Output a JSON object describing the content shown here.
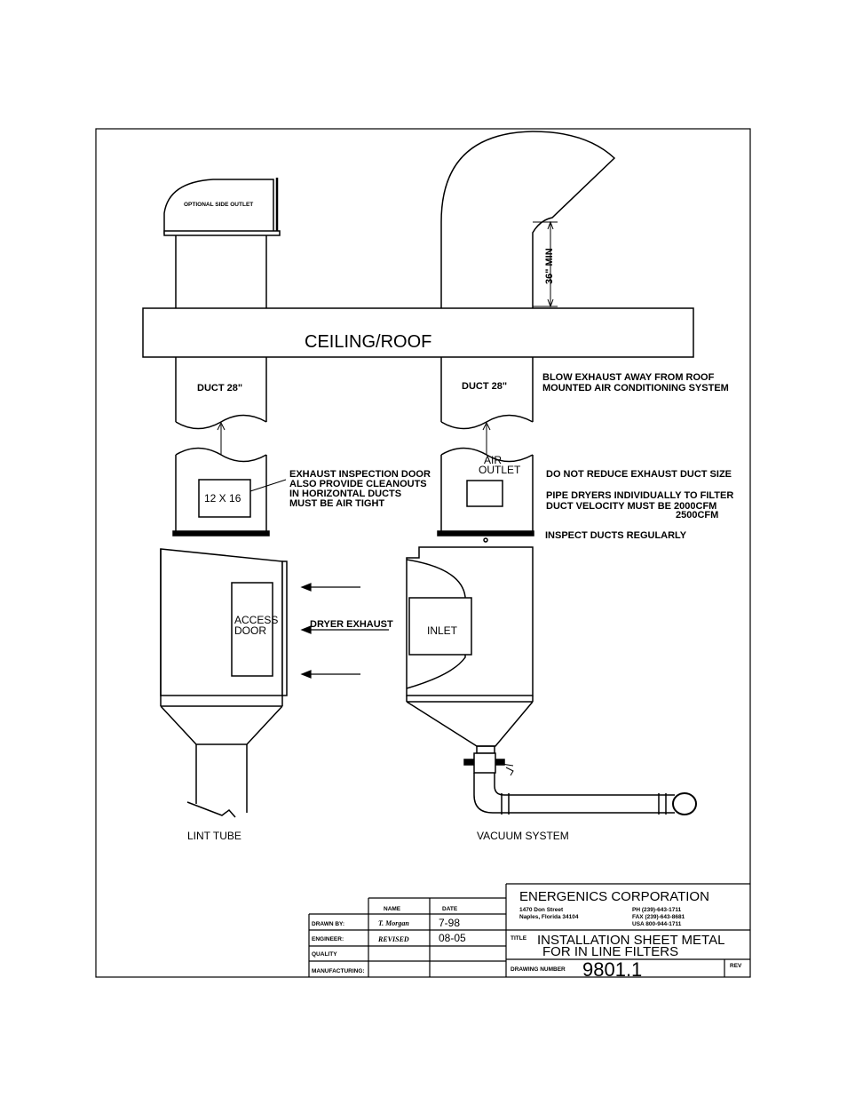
{
  "labels": {
    "optional_side_outlet": "OPTIONAL SIDE OUTLET",
    "ceiling_roof": "CEILING/ROOF",
    "duct_left": "DUCT 28\"",
    "duct_right": "DUCT 28\"",
    "min_36": "36\" MIN",
    "blow_exhaust_1": "BLOW EXHAUST AWAY FROM ROOF",
    "blow_exhaust_2": "MOUNTED AIR CONDITIONING SYSTEM",
    "size_12x16": "12 X 16",
    "inspection_1": "EXHAUST INSPECTION DOOR",
    "inspection_2": "ALSO PROVIDE CLEANOUTS",
    "inspection_3": "IN HORIZONTAL DUCTS",
    "inspection_4": "MUST BE AIR TIGHT",
    "air": "AIR",
    "outlet": "OUTLET",
    "no_reduce": "DO NOT REDUCE EXHAUST DUCT SIZE",
    "pipe_dryers": "PIPE DRYERS INDIVIDUALLY TO FILTER",
    "duct_velocity": "DUCT VELOCITY MUST BE 2000CFM",
    "cfm_2500": "2500CFM",
    "inspect_ducts": "INSPECT DUCTS REGULARLY",
    "access": "ACCESS",
    "door": "DOOR",
    "dryer_exhaust": "DRYER EXHAUST",
    "inlet": "INLET",
    "lint_tube": "LINT TUBE",
    "vacuum_system": "VACUUM SYSTEM"
  },
  "title_block": {
    "company": "ENERGENICS CORPORATION",
    "address_1": "1470 Don Street",
    "address_2": "Naples, Florida 34104",
    "phone": "PH (239)-643-1711",
    "fax": "FAX (239)-643-8681",
    "usa": "USA 800-944-1711",
    "col_name": "NAME",
    "col_date": "DATE",
    "drawn_by_label": "DRAWN BY:",
    "drawn_by_name": "T. Morgan",
    "drawn_by_date": "7-98",
    "engineer_label": "ENGINEER:",
    "engineer_name": "REVISED",
    "engineer_date": "08-05",
    "quality_label": "QUALITY",
    "manufacturing_label": "MANUFACTURING:",
    "title_label": "TITLE",
    "title_line_1": "INSTALLATION SHEET METAL",
    "title_line_2": "FOR IN LINE FILTERS",
    "drawing_number_label": "DRAWING NUMBER",
    "drawing_number": "9801.1",
    "rev_label": "REV"
  }
}
